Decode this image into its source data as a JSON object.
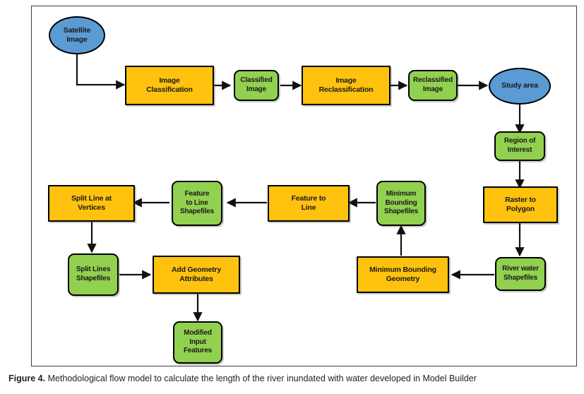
{
  "figure": {
    "caption_label": "Figure 4.",
    "caption_text": " Methodological flow model to calculate the length of the river inundated with water developed in Model Builder"
  },
  "colors": {
    "process": "#FFC20E",
    "data": "#92D050",
    "terminator": "#5B9BD5",
    "outline": "#000000",
    "frame": "#3B3B3B",
    "text": "#1A1A1A"
  },
  "legend": {
    "process_shape": "rectangle",
    "data_shape": "rounded-rectangle",
    "terminator_shape": "ellipse"
  },
  "nodes": {
    "satellite_image": {
      "line1": "Satellite",
      "line2": "Image",
      "type": "terminator"
    },
    "image_classification": {
      "line1": "Image",
      "line2": "Classification",
      "type": "process"
    },
    "classified_image": {
      "line1": "Classified",
      "line2": "Image",
      "type": "data"
    },
    "image_reclassification": {
      "line1": "Image",
      "line2": "Reclassification",
      "type": "process"
    },
    "reclassified_image": {
      "line1": "Reclassified",
      "line2": "Image",
      "type": "data"
    },
    "study_area": {
      "line1": "Study area",
      "type": "terminator"
    },
    "region_of_interest": {
      "line1": "Region of",
      "line2": "Interest",
      "type": "data"
    },
    "raster_to_polygon": {
      "line1": "Raster to",
      "line2": "Polygon",
      "type": "process"
    },
    "river_water_shapefiles": {
      "line1": "River water",
      "line2": "Shapefiles",
      "type": "data"
    },
    "minimum_bounding_geometry": {
      "line1": "Minimum Bounding",
      "line2": "Geometry",
      "type": "process"
    },
    "minimum_bounding_shapefiles": {
      "line1": "Minimum",
      "line2": "Bounding",
      "line3": "Shapefiles",
      "type": "data"
    },
    "feature_to_line": {
      "line1": "Feature to",
      "line2": "Line",
      "type": "process"
    },
    "feature_to_line_shapefiles": {
      "line1": "Feature",
      "line2": "to Line",
      "line3": "Shapefiles",
      "type": "data"
    },
    "split_line_at_vertices": {
      "line1": "Split Line at",
      "line2": "Vertices",
      "type": "process"
    },
    "split_lines_shapefiles": {
      "line1": "Split Lines",
      "line2": "Shapefiles",
      "type": "data"
    },
    "add_geometry_attributes": {
      "line1": "Add Geometry",
      "line2": "Attributes",
      "type": "process"
    },
    "modified_input_features": {
      "line1": "Modified",
      "line2": "Input",
      "line3": "Features",
      "type": "data"
    }
  },
  "flow_edges": [
    {
      "from": "satellite_image",
      "to": "image_classification"
    },
    {
      "from": "image_classification",
      "to": "classified_image"
    },
    {
      "from": "classified_image",
      "to": "image_reclassification"
    },
    {
      "from": "image_reclassification",
      "to": "reclassified_image"
    },
    {
      "from": "reclassified_image",
      "to": "study_area"
    },
    {
      "from": "study_area",
      "to": "region_of_interest"
    },
    {
      "from": "region_of_interest",
      "to": "raster_to_polygon"
    },
    {
      "from": "raster_to_polygon",
      "to": "river_water_shapefiles"
    },
    {
      "from": "river_water_shapefiles",
      "to": "minimum_bounding_geometry"
    },
    {
      "from": "minimum_bounding_geometry",
      "to": "minimum_bounding_shapefiles"
    },
    {
      "from": "minimum_bounding_shapefiles",
      "to": "feature_to_line"
    },
    {
      "from": "feature_to_line",
      "to": "feature_to_line_shapefiles"
    },
    {
      "from": "feature_to_line_shapefiles",
      "to": "split_line_at_vertices"
    },
    {
      "from": "split_line_at_vertices",
      "to": "split_lines_shapefiles"
    },
    {
      "from": "split_lines_shapefiles",
      "to": "add_geometry_attributes"
    },
    {
      "from": "add_geometry_attributes",
      "to": "modified_input_features"
    }
  ]
}
